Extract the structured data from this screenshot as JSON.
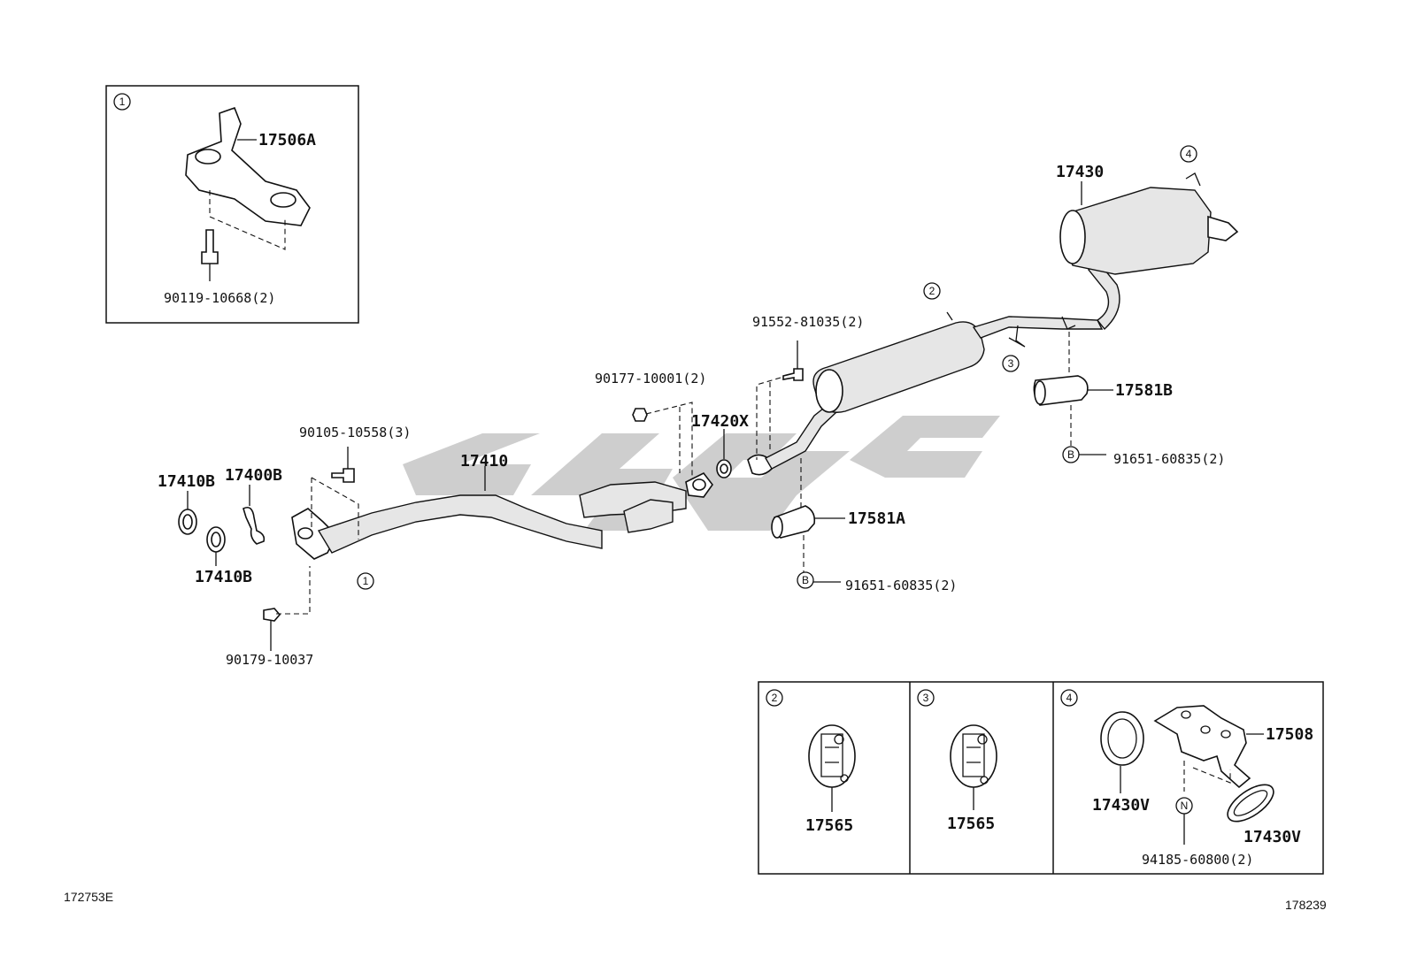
{
  "callouts": {
    "p17506A": "17506A",
    "p90119": "90119-10668(2)",
    "p91552": "91552-81035(2)",
    "p90177": "90177-10001(2)",
    "p17420X": "17420X",
    "p90105": "90105-10558(3)",
    "p17410": "17410",
    "p17410B_top": "17410B",
    "p17400B": "17400B",
    "p17410B_bottom": "17410B",
    "p90179": "90179-10037",
    "p17430": "17430",
    "p17581B": "17581B",
    "p91651_right": "91651-60835(2)",
    "p17581A": "17581A",
    "p91651_left": "91651-60835(2)",
    "p17565_a": "17565",
    "p17565_b": "17565",
    "p17508": "17508",
    "p17430V_left": "17430V",
    "p17430V_right": "17430V",
    "p94185": "94185-60800(2)"
  },
  "markers": {
    "m1": "1",
    "m1_main": "1",
    "m2": "2",
    "m3": "3",
    "m4": "4",
    "m2_box": "2",
    "m3_box": "3",
    "m4_box": "4",
    "bolt_b_right": "B",
    "bolt_b_left": "B",
    "nut_n": "N"
  },
  "footer": {
    "left_code": "172753E",
    "right_code": "178239"
  }
}
